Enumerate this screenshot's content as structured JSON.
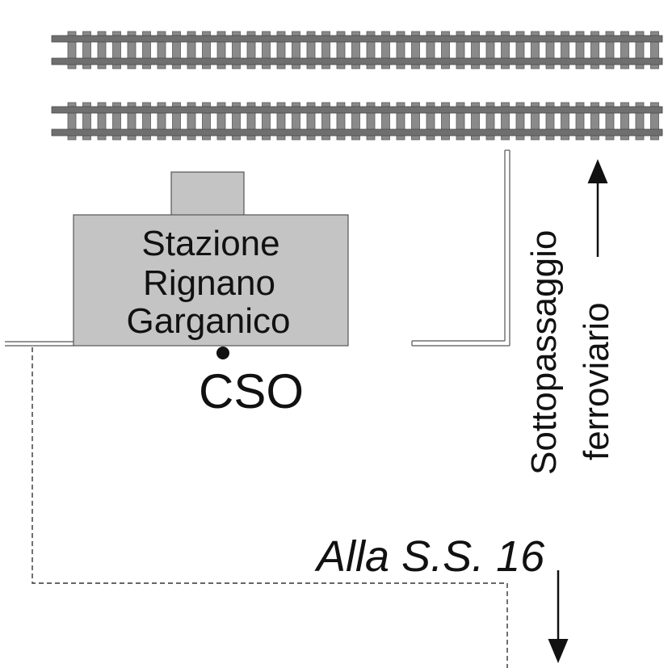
{
  "station": {
    "name_lines": [
      "Stazione",
      "Rignano",
      "Garganico"
    ]
  },
  "point": {
    "label": "CSO"
  },
  "underpass": {
    "lines": [
      "Sottopassaggio",
      "ferroviario"
    ]
  },
  "road": {
    "label": "Alla S.S. 16"
  },
  "colors": {
    "building": "#c4c4c4",
    "rail": "#6f6f6f",
    "tie": "#8a8a8a",
    "ink": "#111111"
  }
}
